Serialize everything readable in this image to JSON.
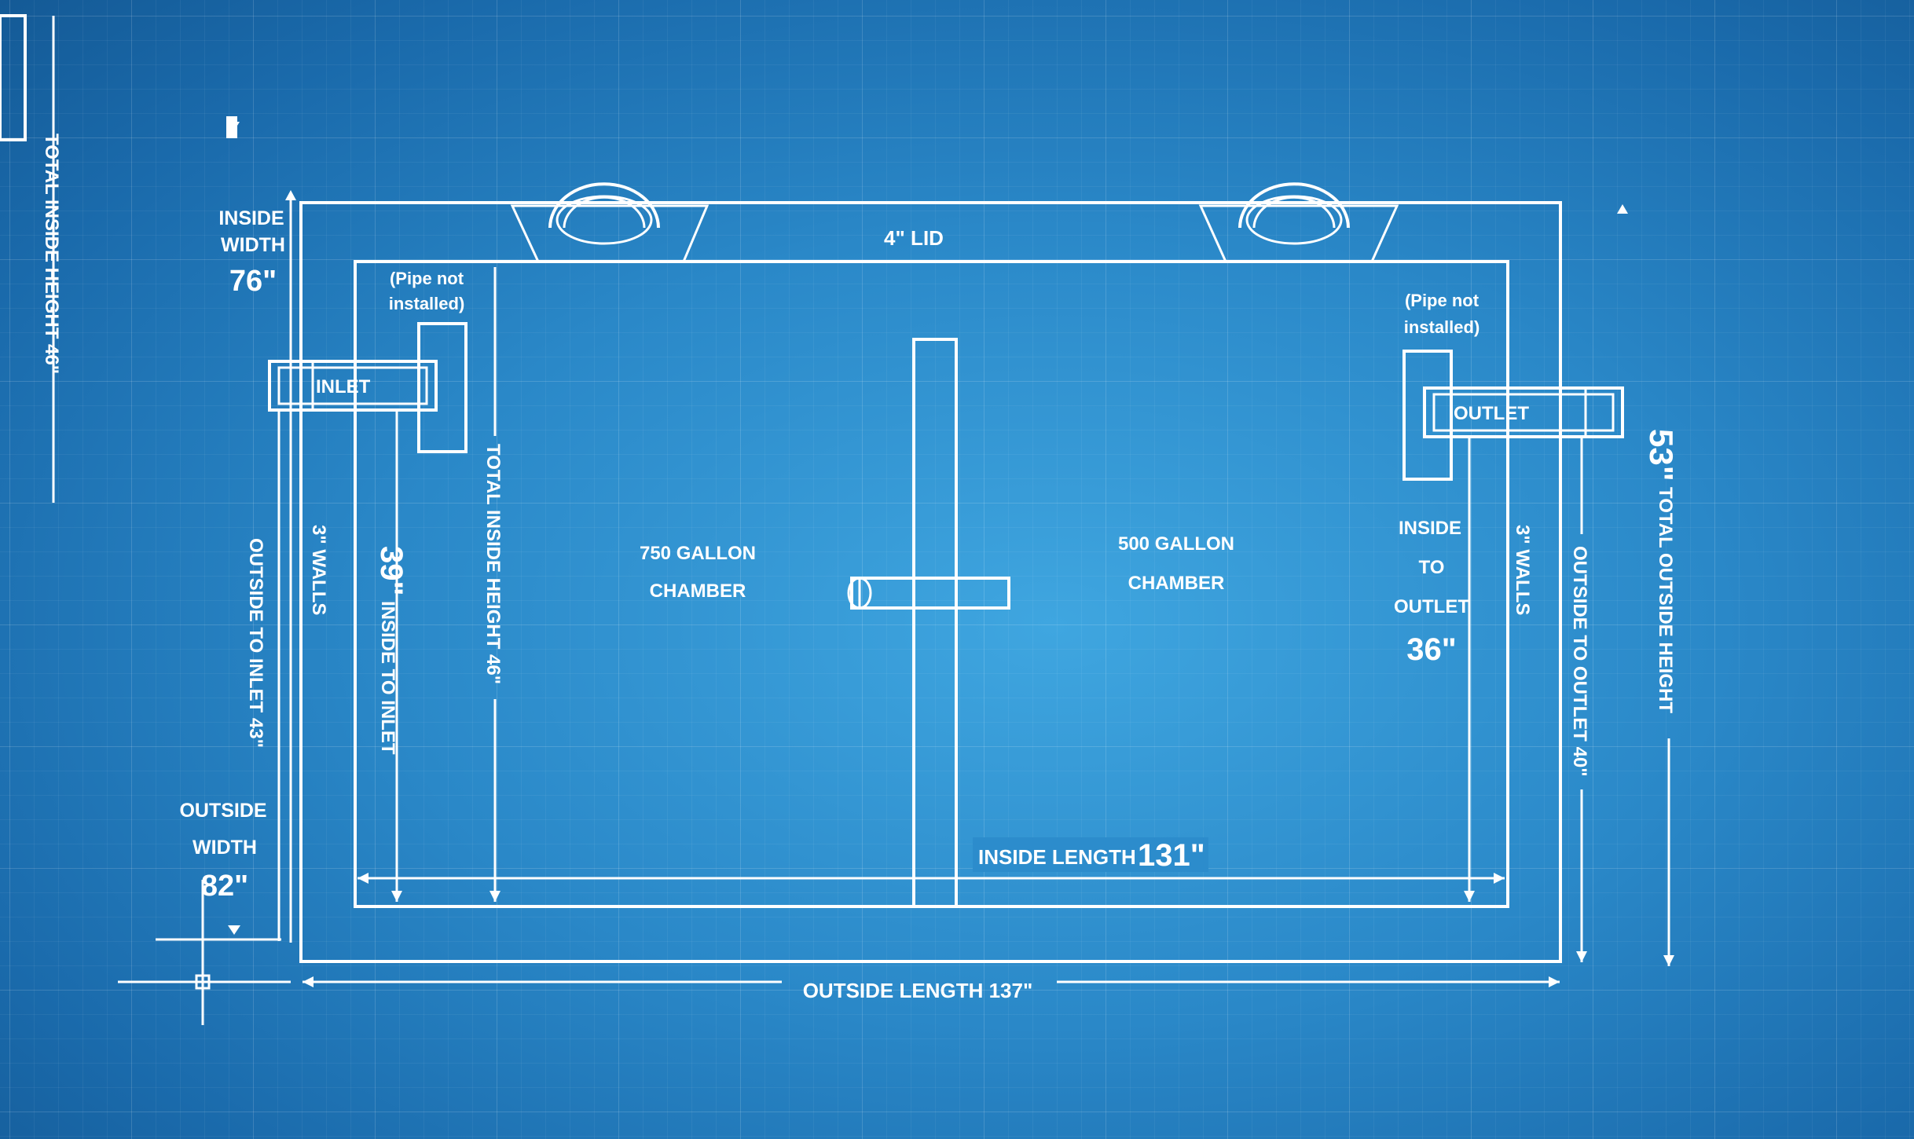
{
  "diagram": {
    "lid_label": "4\" LID",
    "inside_width": {
      "line1": "INSIDE",
      "line2": "WIDTH",
      "value": "76\""
    },
    "outside_width": {
      "line1": "OUTSIDE",
      "line2": "WIDTH",
      "value": "82\""
    },
    "pipe_note_left": {
      "line1": "(Pipe not",
      "line2": "installed)"
    },
    "pipe_note_right": {
      "line1": "(Pipe not",
      "line2": "installed)"
    },
    "inlet_label": "INLET",
    "outlet_label": "OUTLET",
    "chamber_left": {
      "line1": "750 GALLON",
      "line2": "CHAMBER"
    },
    "chamber_right": {
      "line1": "500 GALLON",
      "line2": "CHAMBER"
    },
    "inside_to_outlet": {
      "line1": "INSIDE",
      "line2": "TO",
      "line3": "OUTLET",
      "value": "36\""
    },
    "inside_length": {
      "label": "INSIDE LENGTH",
      "value": "131\""
    },
    "outside_length": "OUTSIDE LENGTH 137\"",
    "total_inside_height_left_edge": "TOTAL INSIDE HEIGHT 46\"",
    "total_inside_height": "TOTAL INSIDE HEIGHT 46\"",
    "inside_to_inlet": {
      "value": "39\"",
      "label": "INSIDE TO INLET"
    },
    "outside_to_inlet": "OUTSIDE TO INLET 43\"",
    "walls_left": "3\" WALLS",
    "walls_right": "3\" WALLS",
    "outside_to_outlet": "OUTSIDE TO OUTLET 40\"",
    "total_outside_height": {
      "value": "53\"",
      "label": "TOTAL OUTSIDE HEIGHT"
    }
  }
}
